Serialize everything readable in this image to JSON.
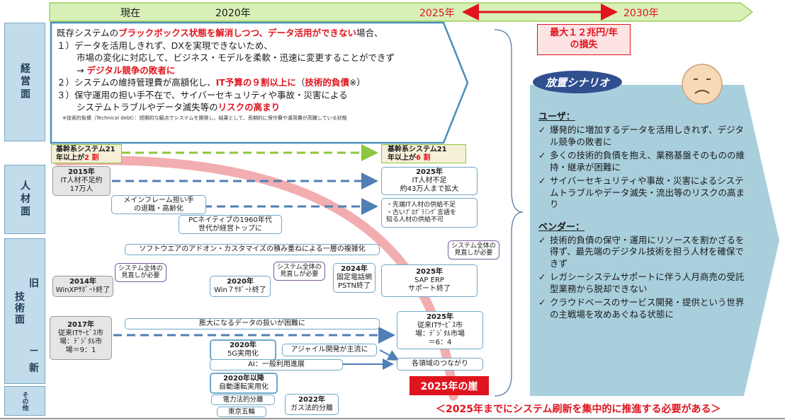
{
  "timeline": {
    "now": "現在",
    "y2020": "2020年",
    "y2025": "2025年",
    "y2030": "2030年"
  },
  "loss": {
    "line1": "最大１２兆円/年",
    "line2": "の損失"
  },
  "row_labels": {
    "keiei": "経営面",
    "jinzai": "人材面",
    "kyu": "旧",
    "gijutsu": "技術面",
    "dash": "－",
    "shin": "新",
    "sonota": "その他"
  },
  "management": {
    "l1_a": "既存システムの",
    "l1_red": "ブラックボックス状態を解消しつつ、データ活用ができない",
    "l1_b": "場合、",
    "l2": "１）データを活用しきれず、DXを実現できないため、",
    "l3": "市場の変化に対応して、ビジネス・モデルを柔軟・迅速に変更することができず",
    "l4_arrow": "→",
    "l4_red": "デジタル競争の敗者に",
    "l5_a": "２）システムの維持管理費が高額化し、",
    "l5_red1": "IT予算の９割以上に",
    "l5_b": "（",
    "l5_red2": "技術的負債",
    "l5_c": "※）",
    "l6": "３）保守運用の担い手不在で、サイバーセキュリティや事故・災害による",
    "l7_a": "システムトラブルやデータ滅失等の",
    "l7_red": "リスクの高まり",
    "note": "※技術的負債（Technical debt）：短期的な観点でシステムを開発し、結果として、長期的に保守費や運用費が高騰している状態"
  },
  "core_left": {
    "l1": "基幹系システム21",
    "l2a": "年以上が",
    "l2red": "2 割"
  },
  "core_right": {
    "l1": "基幹系システム21",
    "l2a": "年以上が",
    "l2red": "6 割"
  },
  "hr": {
    "y2015": "2015年",
    "y2015_l1": "IT人材不足約",
    "y2015_l2": "17万人",
    "mainframe_l1": "メインフレーム担い手",
    "mainframe_l2": "の退職・高齢化",
    "pcnative_l1": "PCネイティブの1960年代",
    "pcnative_l2": "世代が経営トップに",
    "y2025": "2025年",
    "y2025_l1": "IT人材不足",
    "y2025_l2": "約43万人まで拡大",
    "supply_l1": "・先端IT人材の供給不足",
    "supply_l2": "・古いﾌﾟﾛｸﾞﾗﾐﾝｸﾞ言語を",
    "supply_l3": "知る人材の供給不可"
  },
  "tech": {
    "addon": "ソフトウエアのアドオン・カスタマイズの積み重ねによる一層の複雑化",
    "winxp_y": "2014年",
    "winxp": "WinXPｻﾎﾟｰﾄ終了",
    "review": "システム全体の見直しが必要",
    "review_l1": "システム全体の",
    "review_l2": "見直しが必要",
    "win7_y": "2020年",
    "win7": "Win７ｻﾎﾟｰﾄ終了",
    "pstn_y": "2024年",
    "pstn_l1": "固定電話網",
    "pstn_l2": "PSTN終了",
    "sap_y": "2025年",
    "sap_l1": "SAP ERP",
    "sap_l2": "サポート終了",
    "y2017": "2017年",
    "y2017_l1": "従来ITｻｰﾋﾞｽ市",
    "y2017_l2": "場：ﾃﾞｼﾞﾀﾙ市",
    "y2017_l3": "場＝9：1",
    "data": "膨大になるデータの扱いが困難に",
    "g5_y": "2020年",
    "g5": "5G実用化",
    "agile": "アジャイル開発が主流に",
    "ai": "AI：一般利用進展",
    "connect": "各領域のつながり",
    "y2025b": "2025年",
    "y2025b_l1": "従来ITｻｰﾋﾞｽ市",
    "y2025b_l2": "場：ﾃﾞｼﾞﾀﾙ市場",
    "y2025b_l3": "＝6：4"
  },
  "other": {
    "auto_y": "2020年以降",
    "auto": "自動運転実用化",
    "power": "電力法的分離",
    "olympics": "東京五輪",
    "gas_y": "2022年",
    "gas": "ガス法的分離"
  },
  "cliff": "2025年の崖",
  "conclusion": "＜2025年までにシステム刷新を集中的に推進する必要がある＞",
  "scenario": {
    "title": "放置シナリオ",
    "user_head": "ユーザ：",
    "user_items": [
      "爆発的に増加するデータを活用しきれず、デジタル競争の敗者に",
      "多くの技術的負債を抱え、業務基盤そのものの維持・継承が困難に",
      "サイバーセキュリティや事故・災害によるシステムトラブルやデータ滅失・流出等のリスクの高まり"
    ],
    "vendor_head": "ベンダー：",
    "vendor_items": [
      "技術的負債の保守・運用にリソースを割かざるを得ず、最先端のデジタル技術を担う人材を確保できず",
      "レガシーシステムサポートに伴う人月商売の受託型業務から脱却できない",
      "クラウドベースのサービス開発・提供という世界の主戦場を攻めあぐねる状態に"
    ]
  },
  "colors": {
    "accent_blue": "#6fa8c8",
    "red": "#e0141e",
    "timeline_green": "#b6e07a",
    "scenario_bg": "#a9cfdd"
  }
}
